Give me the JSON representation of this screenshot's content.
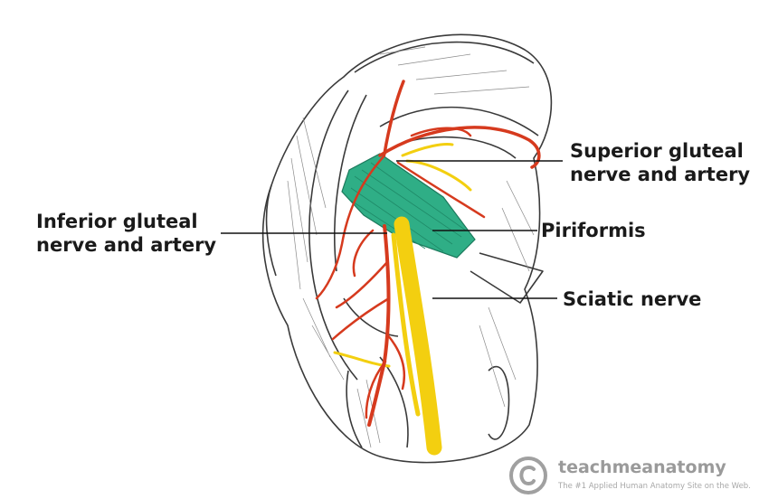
{
  "figure": {
    "labels": {
      "superior_gluteal": [
        "Superior gluteal",
        "nerve and artery"
      ],
      "inferior_gluteal": [
        "Inferior gluteal",
        "nerve and artery"
      ],
      "piriformis": "Piriformis",
      "sciatic_nerve": "Sciatic nerve"
    },
    "colors": {
      "artery": "#d63a1e",
      "nerve": "#f3cf10",
      "muscle": "#2fae86",
      "outline": "#3a3a3a",
      "leader_line": "#111111"
    },
    "watermark": {
      "logo": "copyright-circle-icon",
      "name": "teachmeanatomy",
      "tagline": "The #1 Applied Human Anatomy Site on the Web."
    }
  }
}
